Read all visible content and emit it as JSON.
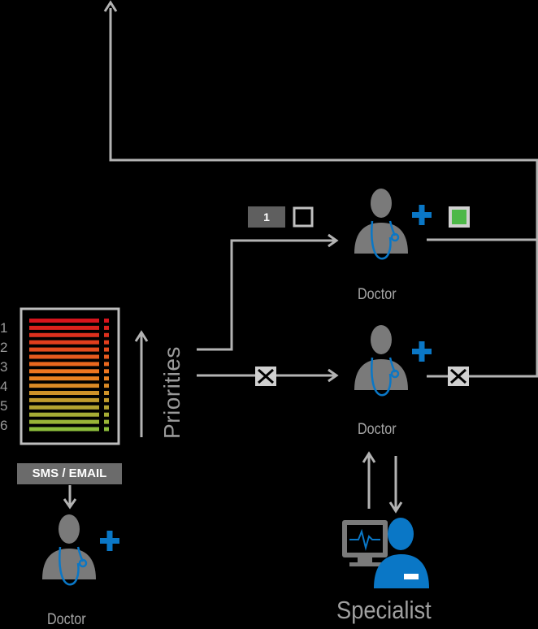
{
  "labels": {
    "doctor_top": "Doctor",
    "doctor_mid": "Doctor",
    "doctor_bottom": "Doctor",
    "specialist": "Specialist",
    "priorities": "Priorities",
    "sms_email": "SMS / EMAIL",
    "queue_box": "1"
  },
  "priority_levels": [
    "1",
    "2",
    "3",
    "4",
    "5",
    "6"
  ],
  "colors": {
    "line": "#b3b3b3",
    "accent_blue": "#0a77c6",
    "figure_gray": "#7a7a7a",
    "accepted_green": "#4db848",
    "priority_red": "#d7141c",
    "priority_orange": "#ef7d1f",
    "priority_green": "#8cbd3b"
  },
  "icons": [
    "doctor-icon",
    "medical-cross-icon",
    "stethoscope-icon",
    "specialist-monitor-icon",
    "rejected-x-icon",
    "checkbox-empty-icon",
    "checkbox-checked-icon"
  ]
}
